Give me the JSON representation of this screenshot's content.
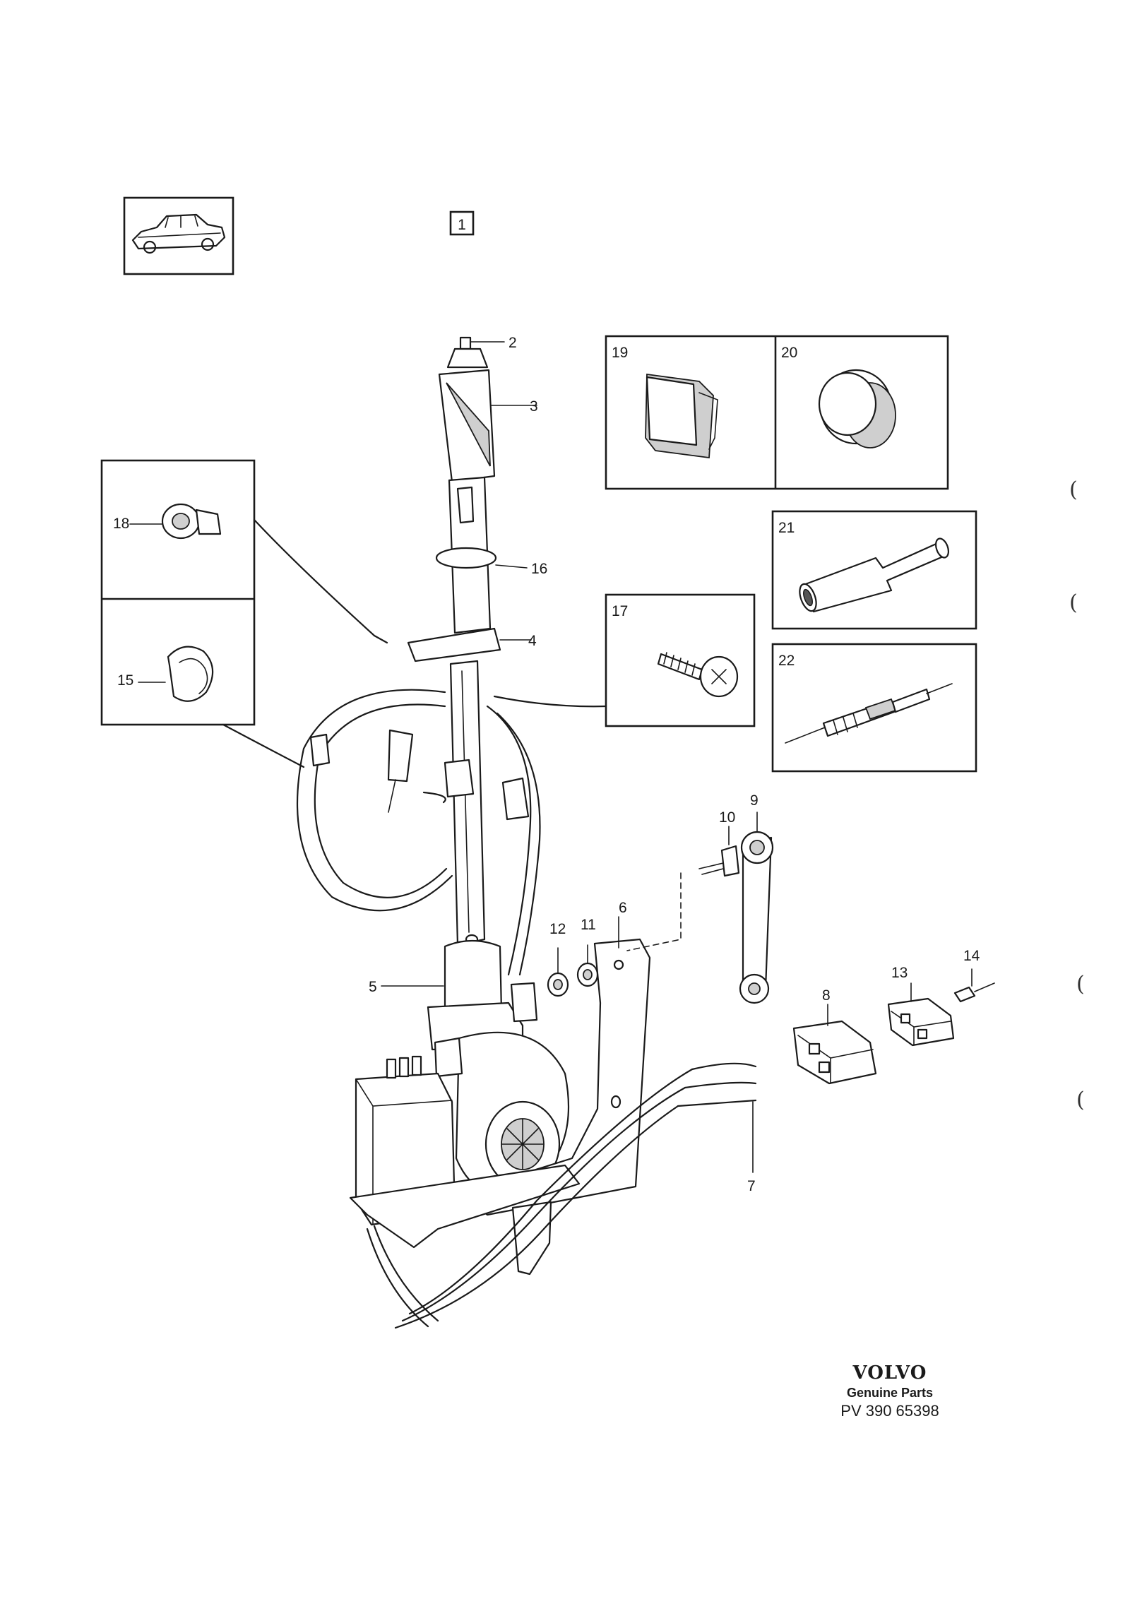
{
  "page_marker": "1",
  "callouts": {
    "c2": "2",
    "c3": "3",
    "c4": "4",
    "c5": "5",
    "c6": "6",
    "c7": "7",
    "c8": "8",
    "c9": "9",
    "c10": "10",
    "c11": "11",
    "c12": "12",
    "c13": "13",
    "c14": "14",
    "c15": "15",
    "c16": "16",
    "c17": "17",
    "c18": "18",
    "c19": "19",
    "c20": "20",
    "c21": "21",
    "c22": "22"
  },
  "brand": {
    "name": "VOLVO",
    "subtitle": "Genuine Parts",
    "code": "PV 390 65398"
  }
}
